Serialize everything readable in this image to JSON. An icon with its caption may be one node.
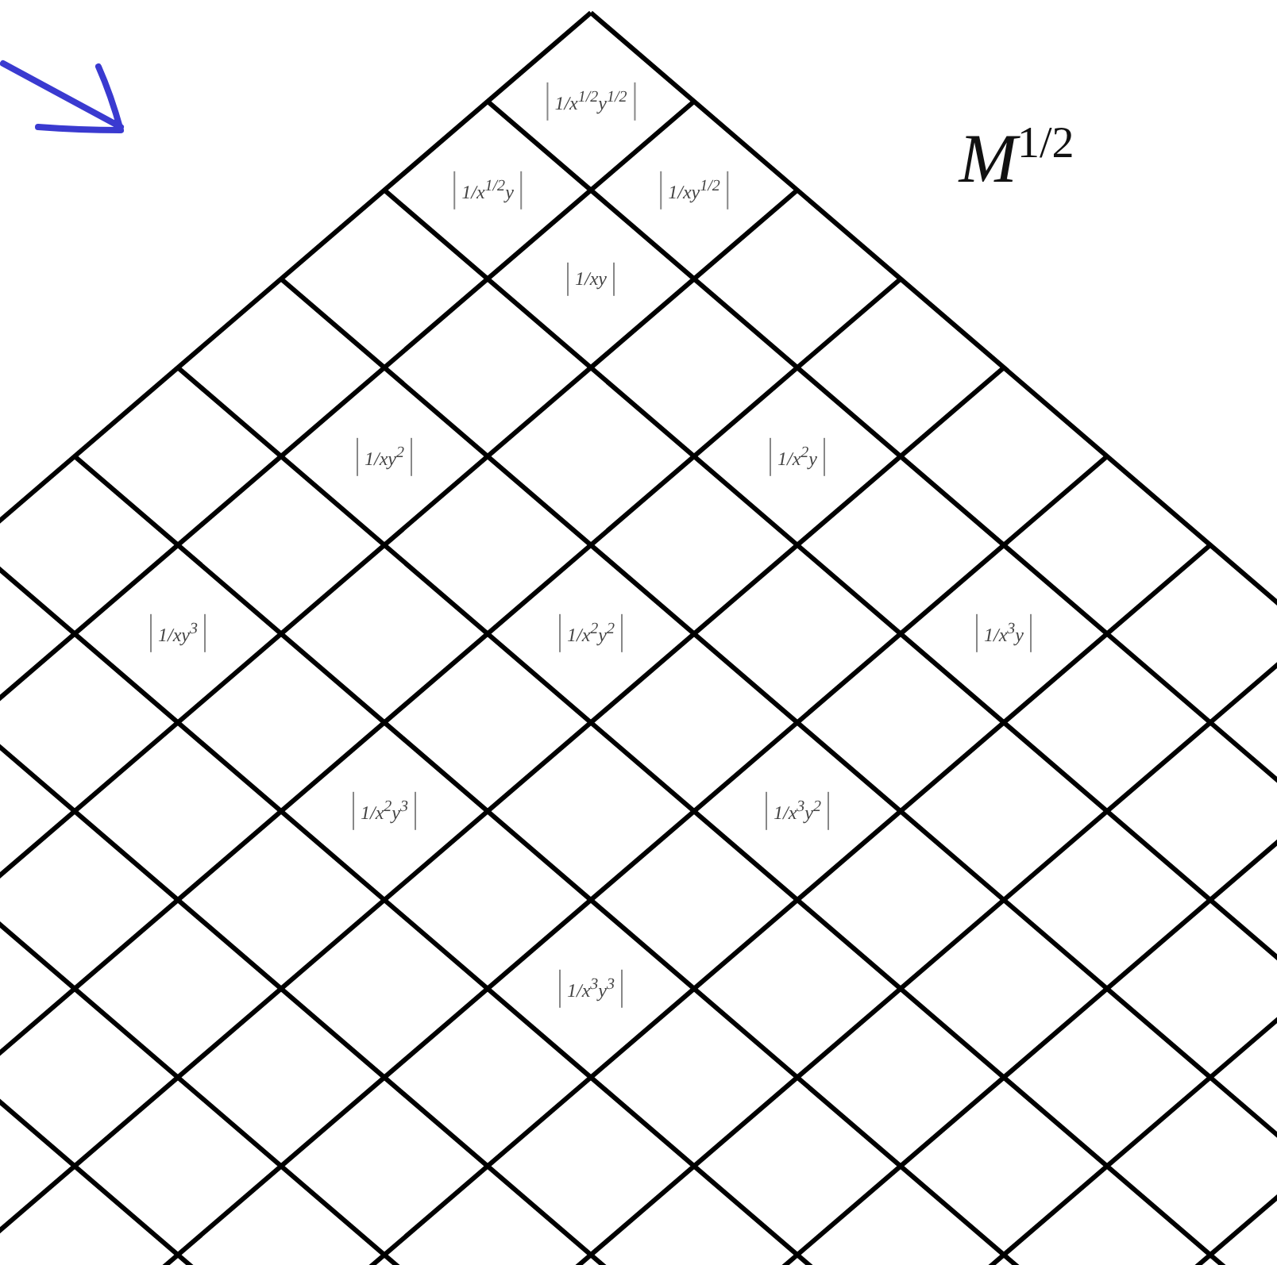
{
  "diagram": {
    "labels": [
      "1/x$^{1/2}$y$^{1/2}$",
      "1/x$^{1/2}$y",
      "1/xy$^{1/2}$",
      "M$^{1/2}$",
      "1/xy",
      "1/xy$^{2}$",
      "1/x$^{2}$y",
      "1/x$^{3}$y",
      "1/xy$^{3}$",
      "1/x$^{2}$y$^{2}$",
      "1/x$^{3}$y$^{2}$",
      "1/x$^{2}$y$^{3}$",
      "1/x$^{3}$y$^{3}$"
    ]
  }
}
